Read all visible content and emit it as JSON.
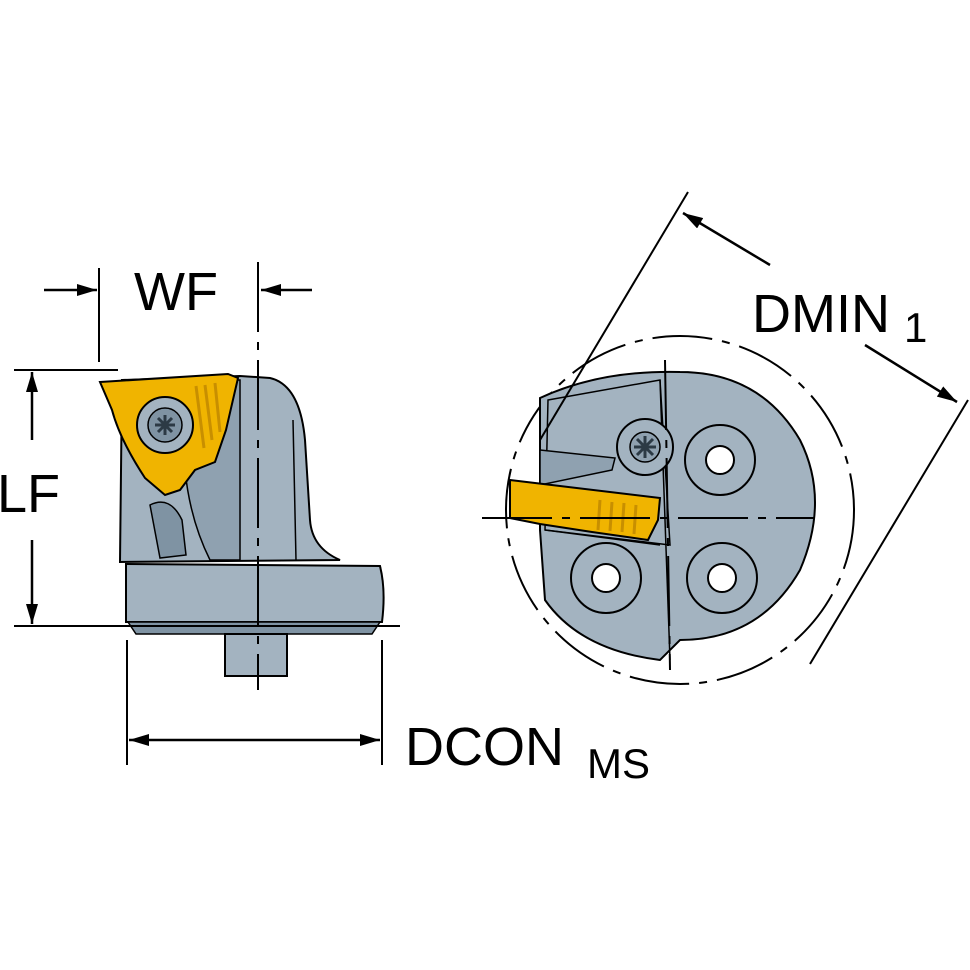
{
  "labels": {
    "wf": "WF",
    "lf": "LF",
    "dmin_main": "DMIN",
    "dmin_sub": "1",
    "dcon_main": "DCON",
    "dcon_sub": "MS"
  },
  "colors": {
    "body": "#a3b3c0",
    "body_dark": "#7f93a3",
    "body_shadow": "#5d6e7c",
    "insert": "#f0b400",
    "insert_dark": "#c88f00",
    "line": "#000000",
    "background": "#ffffff"
  }
}
